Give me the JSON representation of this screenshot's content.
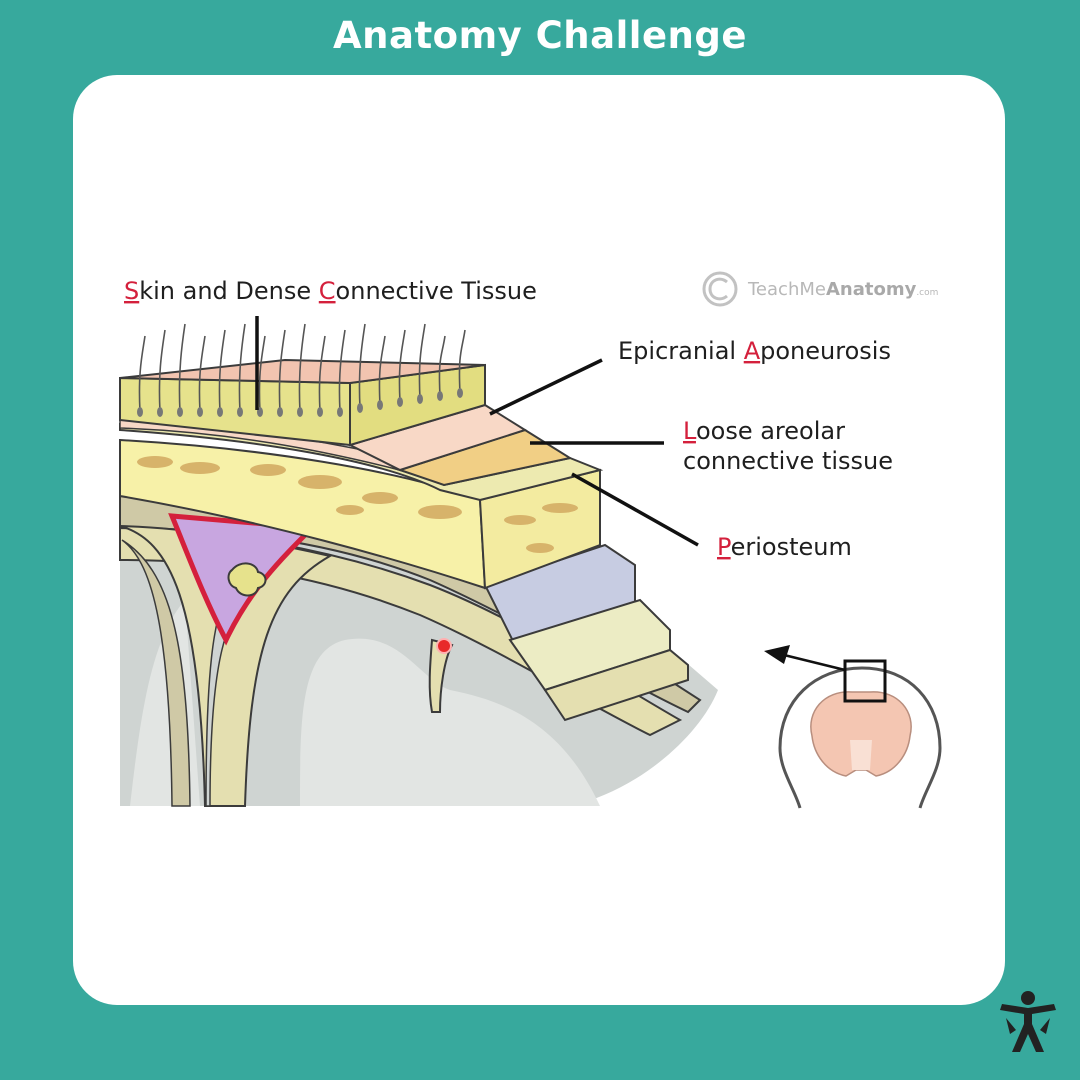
{
  "header": {
    "title": "Anatomy Challenge"
  },
  "diagram": {
    "labels": {
      "skin": {
        "first": "S",
        "part1": "kin and Dense ",
        "first2": "C",
        "part2": "onnective Tissue"
      },
      "aponeurosis": {
        "pre": "Epicranial ",
        "first": "A",
        "rest": "poneurosis"
      },
      "loose": {
        "first": "L",
        "rest": "oose areolar",
        "line2": "connective tissue"
      },
      "periosteum": {
        "first": "P",
        "rest": "eriosteum"
      }
    },
    "watermark": {
      "light": "TeachMe",
      "bold": "Anatomy",
      "suffix": ".com"
    }
  },
  "colors": {
    "background": "#37a99d",
    "card": "#ffffff",
    "mnemonic_red": "#d4203c",
    "skin": "#f2c4b0",
    "dense_tissue": "#e6e28c",
    "aponeurosis": "#f8d8c6",
    "loose_tissue": "#f1cf85",
    "periosteum": "#edeab0",
    "bone": "#f7f1a8",
    "dura": "#c7cce2",
    "arachnoid": "#ececc4",
    "sinus": "#c8a6e0"
  },
  "icons": {
    "logo": "human-figure-logo-icon",
    "copyright": "copyright-icon"
  }
}
